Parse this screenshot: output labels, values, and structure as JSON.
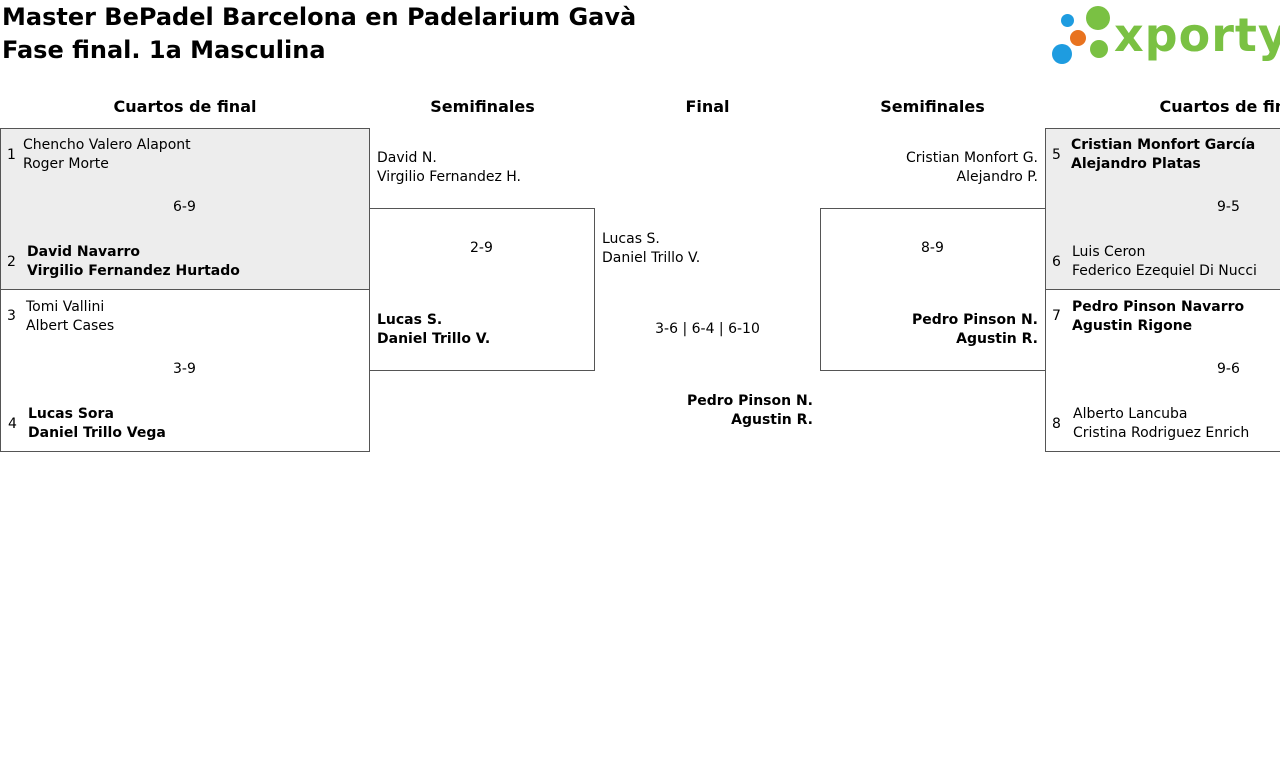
{
  "page": {
    "title_line1": "Master BePadel Barcelona en Padelarium Gavà",
    "title_line2": "Fase final. 1a Masculina"
  },
  "logo": {
    "text": "xporty",
    "colors": {
      "green": "#7ac143",
      "blue": "#1e9ce0",
      "orange": "#e8731f"
    }
  },
  "rounds": {
    "qf_left": "Cuartos de final",
    "sf_left": "Semifinales",
    "final": "Final",
    "sf_right": "Semifinales",
    "qf_right": "Cuartos de final"
  },
  "quarterfinals": [
    {
      "score": "6-9",
      "team_a": {
        "seed": "1",
        "p1": "Chencho Valero Alapont",
        "p2": "Roger Morte",
        "winner": false
      },
      "team_b": {
        "seed": "2",
        "p1": "David Navarro",
        "p2": "Virgilio Fernandez Hurtado",
        "winner": true
      }
    },
    {
      "score": "3-9",
      "team_a": {
        "seed": "3",
        "p1": "Tomi Vallini",
        "p2": "Albert Cases",
        "winner": false
      },
      "team_b": {
        "seed": "4",
        "p1": "Lucas Sora",
        "p2": "Daniel Trillo Vega",
        "winner": true
      }
    },
    {
      "score": "9-5",
      "team_a": {
        "seed": "5",
        "p1": "Cristian Monfort García",
        "p2": "Alejandro Platas",
        "winner": true
      },
      "team_b": {
        "seed": "6",
        "p1": "Luis Ceron",
        "p2": "Federico Ezequiel Di Nucci",
        "winner": false
      }
    },
    {
      "score": "9-6",
      "team_a": {
        "seed": "7",
        "p1": "Pedro Pinson Navarro",
        "p2": "Agustin Rigone",
        "winner": true
      },
      "team_b": {
        "seed": "8",
        "p1": "Alberto Lancuba",
        "p2": "Cristina Rodriguez Enrich",
        "winner": false
      }
    }
  ],
  "semifinals": [
    {
      "score": "2-9",
      "team_a": {
        "p1": "David N.",
        "p2": "Virgilio Fernandez H.",
        "winner": false
      },
      "team_b": {
        "p1": "Lucas S.",
        "p2": "Daniel Trillo V.",
        "winner": true
      }
    },
    {
      "score": "8-9",
      "team_a": {
        "p1": "Cristian Monfort G.",
        "p2": "Alejandro P.",
        "winner": false
      },
      "team_b": {
        "p1": "Pedro Pinson N.",
        "p2": "Agustin R.",
        "winner": true
      }
    }
  ],
  "final": {
    "score": "3-6 | 6-4 | 6-10",
    "team_a": {
      "p1": "Lucas S.",
      "p2": "Daniel Trillo V.",
      "winner": false
    },
    "team_b": {
      "p1": "Pedro Pinson N.",
      "p2": "Agustin R.",
      "winner": true
    }
  }
}
